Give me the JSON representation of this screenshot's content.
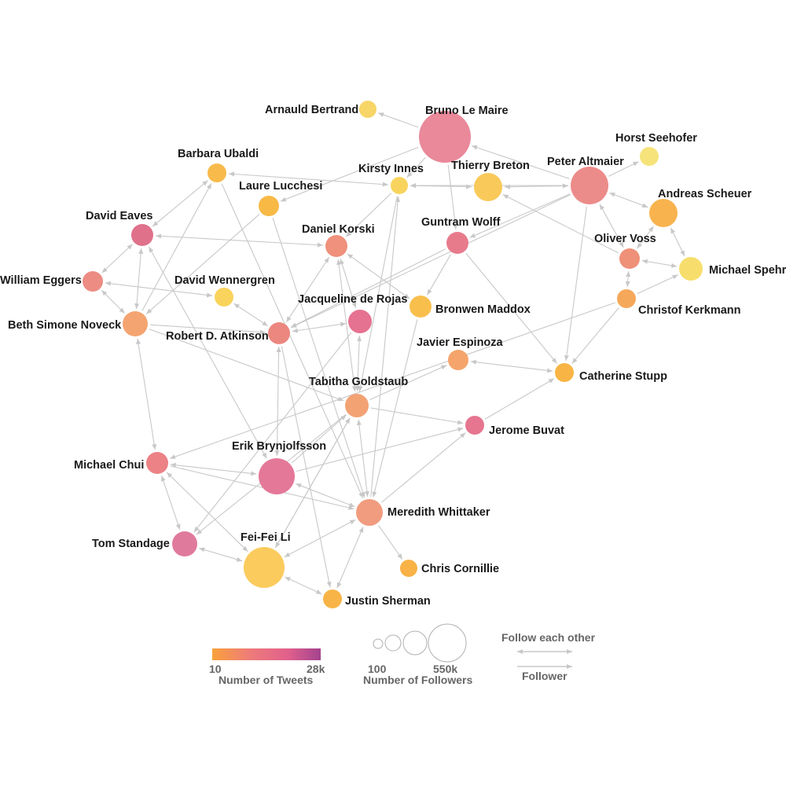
{
  "nodes": [
    {
      "id": "arnauld",
      "label": "Arnauld Bertrand",
      "color": "#f7d567"
    },
    {
      "id": "bruno",
      "label": "Bruno Le Maire",
      "color": "#e9899a"
    },
    {
      "id": "horst",
      "label": "Horst Seehofer",
      "color": "#f6e37a"
    },
    {
      "id": "barbara",
      "label": "Barbara Ubaldi",
      "color": "#f8ba4b"
    },
    {
      "id": "kirsty",
      "label": "Kirsty Innes",
      "color": "#f8d45e"
    },
    {
      "id": "thierry",
      "label": "Thierry Breton",
      "color": "#f9c95a"
    },
    {
      "id": "peter",
      "label": "Peter Altmaier",
      "color": "#ec8c8a"
    },
    {
      "id": "laure",
      "label": "Laure Lucchesi",
      "color": "#f8b945"
    },
    {
      "id": "andreas",
      "label": "Andreas Scheuer",
      "color": "#f8b34f"
    },
    {
      "id": "davideaves",
      "label": "David Eaves",
      "color": "#e0718a"
    },
    {
      "id": "daniel",
      "label": "Daniel Korski",
      "color": "#ef917c"
    },
    {
      "id": "guntram",
      "label": "Guntram Wolff",
      "color": "#e77b8c"
    },
    {
      "id": "olivervoss",
      "label": "Oliver Voss",
      "color": "#ef9079"
    },
    {
      "id": "william",
      "label": "William Eggers",
      "color": "#ec8c83"
    },
    {
      "id": "michaelspehr",
      "label": "Michael Spehr",
      "color": "#f7de6c"
    },
    {
      "id": "davidw",
      "label": "David Wennergren",
      "color": "#f9d35c"
    },
    {
      "id": "jacqueline",
      "label": "Jacqueline de Rojas",
      "color": "#e57290"
    },
    {
      "id": "christof",
      "label": "Christof Kerkmann",
      "color": "#f6a85a"
    },
    {
      "id": "bronwen",
      "label": "Bronwen Maddox",
      "color": "#f8bf4c"
    },
    {
      "id": "beth",
      "label": "Beth Simone Noveck",
      "color": "#f4a470"
    },
    {
      "id": "robert",
      "label": "Robert D. Atkinson",
      "color": "#ec877f"
    },
    {
      "id": "javier",
      "label": "Javier Espinoza",
      "color": "#f5a46c"
    },
    {
      "id": "tabitha",
      "label": "Tabitha Goldstaub",
      "color": "#f3a274"
    },
    {
      "id": "catherine",
      "label": "Catherine Stupp",
      "color": "#f8b545"
    },
    {
      "id": "jerome",
      "label": "Jerome Buvat",
      "color": "#e67590"
    },
    {
      "id": "erik",
      "label": "Erik Brynjolfsson",
      "color": "#e47898"
    },
    {
      "id": "michaelchui",
      "label": "Michael Chui",
      "color": "#ec8286"
    },
    {
      "id": "meredith",
      "label": "Meredith Whittaker",
      "color": "#f19c7e"
    },
    {
      "id": "tom",
      "label": "Tom Standage",
      "color": "#e07a9d"
    },
    {
      "id": "feifei",
      "label": "Fei-Fei Li",
      "color": "#fbcb5d"
    },
    {
      "id": "chris",
      "label": "Chris Cornillie",
      "color": "#f8b246"
    },
    {
      "id": "justin",
      "label": "Justin Sherman",
      "color": "#f8b446"
    }
  ],
  "edges": [
    [
      "bruno",
      "arnauld",
      1
    ],
    [
      "bruno",
      "laure",
      1
    ],
    [
      "bruno",
      "kirsty",
      1
    ],
    [
      "bruno",
      "guntram",
      1
    ],
    [
      "peter",
      "bruno",
      1
    ],
    [
      "peter",
      "horst",
      1
    ],
    [
      "peter",
      "thierry",
      2
    ],
    [
      "peter",
      "kirsty",
      1
    ],
    [
      "peter",
      "guntram",
      1
    ],
    [
      "peter",
      "andreas",
      2
    ],
    [
      "peter",
      "olivervoss",
      2
    ],
    [
      "peter",
      "catherine",
      1
    ],
    [
      "peter",
      "robert",
      1
    ],
    [
      "thierry",
      "kirsty",
      2
    ],
    [
      "barbara",
      "kirsty",
      2
    ],
    [
      "barbara",
      "meredith",
      1
    ],
    [
      "laure",
      "meredith",
      1
    ],
    [
      "laure",
      "beth",
      1
    ],
    [
      "kirsty",
      "daniel",
      1
    ],
    [
      "kirsty",
      "tabitha",
      1
    ],
    [
      "davideaves",
      "daniel",
      2
    ],
    [
      "davideaves",
      "william",
      2
    ],
    [
      "davideaves",
      "beth",
      2
    ],
    [
      "davideaves",
      "barbara",
      2
    ],
    [
      "davideaves",
      "erik",
      2
    ],
    [
      "william",
      "beth",
      2
    ],
    [
      "william",
      "davidw",
      2
    ],
    [
      "beth",
      "barbara",
      1
    ],
    [
      "beth",
      "robert",
      1
    ],
    [
      "beth",
      "tabitha",
      1
    ],
    [
      "beth",
      "michaelchui",
      2
    ],
    [
      "daniel",
      "robert",
      2
    ],
    [
      "daniel",
      "jacqueline",
      2
    ],
    [
      "daniel",
      "tabitha",
      2
    ],
    [
      "daniel",
      "bronwen",
      2
    ],
    [
      "guntram",
      "bronwen",
      1
    ],
    [
      "guntram",
      "catherine",
      1
    ],
    [
      "guntram",
      "robert",
      1
    ],
    [
      "olivervoss",
      "andreas",
      2
    ],
    [
      "olivervoss",
      "michaelspehr",
      2
    ],
    [
      "olivervoss",
      "christof",
      2
    ],
    [
      "olivervoss",
      "thierry",
      1
    ],
    [
      "andreas",
      "michaelspehr",
      2
    ],
    [
      "christof",
      "michaelspehr",
      1
    ],
    [
      "christof",
      "catherine",
      1
    ],
    [
      "christof",
      "michaelchui",
      1
    ],
    [
      "davidw",
      "robert",
      2
    ],
    [
      "robert",
      "jacqueline",
      2
    ],
    [
      "robert",
      "erik",
      2
    ],
    [
      "robert",
      "justin",
      1
    ],
    [
      "jacqueline",
      "tabitha",
      2
    ],
    [
      "jacqueline",
      "tom",
      1
    ],
    [
      "bronwen",
      "meredith",
      1
    ],
    [
      "tabitha",
      "javier",
      1
    ],
    [
      "tabitha",
      "jerome",
      1
    ],
    [
      "tabitha",
      "meredith",
      2
    ],
    [
      "tabitha",
      "feifei",
      2
    ],
    [
      "tabitha",
      "tom",
      1
    ],
    [
      "javier",
      "catherine",
      2
    ],
    [
      "jerome",
      "catherine",
      1
    ],
    [
      "erik",
      "michaelchui",
      2
    ],
    [
      "erik",
      "meredith",
      2
    ],
    [
      "erik",
      "jerome",
      1
    ],
    [
      "erik",
      "tabitha",
      1
    ],
    [
      "michaelchui",
      "tom",
      2
    ],
    [
      "michaelchui",
      "feifei",
      2
    ],
    [
      "michaelchui",
      "meredith",
      1
    ],
    [
      "feifei",
      "tom",
      2
    ],
    [
      "feifei",
      "meredith",
      2
    ],
    [
      "feifei",
      "justin",
      2
    ],
    [
      "feifei",
      "tabitha",
      1
    ],
    [
      "meredith",
      "chris",
      1
    ],
    [
      "meredith",
      "justin",
      2
    ],
    [
      "meredith",
      "jerome",
      1
    ],
    [
      "meredith",
      "kirsty",
      1
    ]
  ],
  "legend": {
    "tweets_title": "Number of Tweets",
    "tweets_min": "10",
    "tweets_max": "28k",
    "tweets_gradient": [
      "#f9a23c",
      "#ee7b7a",
      "#e0608c",
      "#a3438f"
    ],
    "followers_title": "Number of Followers",
    "followers_min": "100",
    "followers_max": "550k",
    "follow_each_other": "Follow each other",
    "follower": "Follower"
  }
}
